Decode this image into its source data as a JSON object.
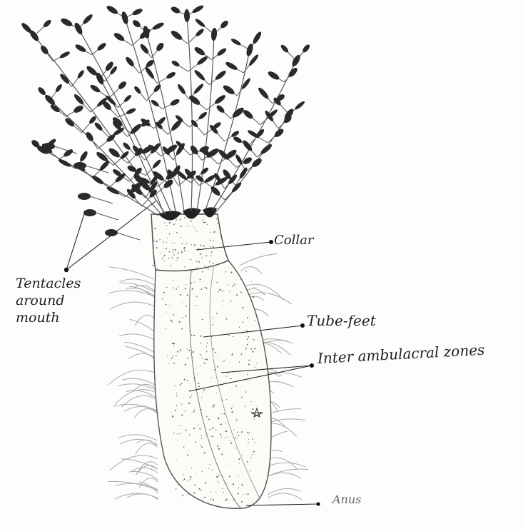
{
  "diagram": {
    "labels": {
      "tentacles": "Tentacles around mouth",
      "collar": "Collar",
      "tube_feet": "Tube-feet",
      "inter_ambulacral": "Inter ambulacral zones",
      "anus": "Anus"
    },
    "colors": {
      "ink": "#1f1f1f",
      "pencil": "#8a8a8a",
      "tentacle_fill": "#2a2a2a",
      "paper": "#fdfdfb"
    }
  }
}
